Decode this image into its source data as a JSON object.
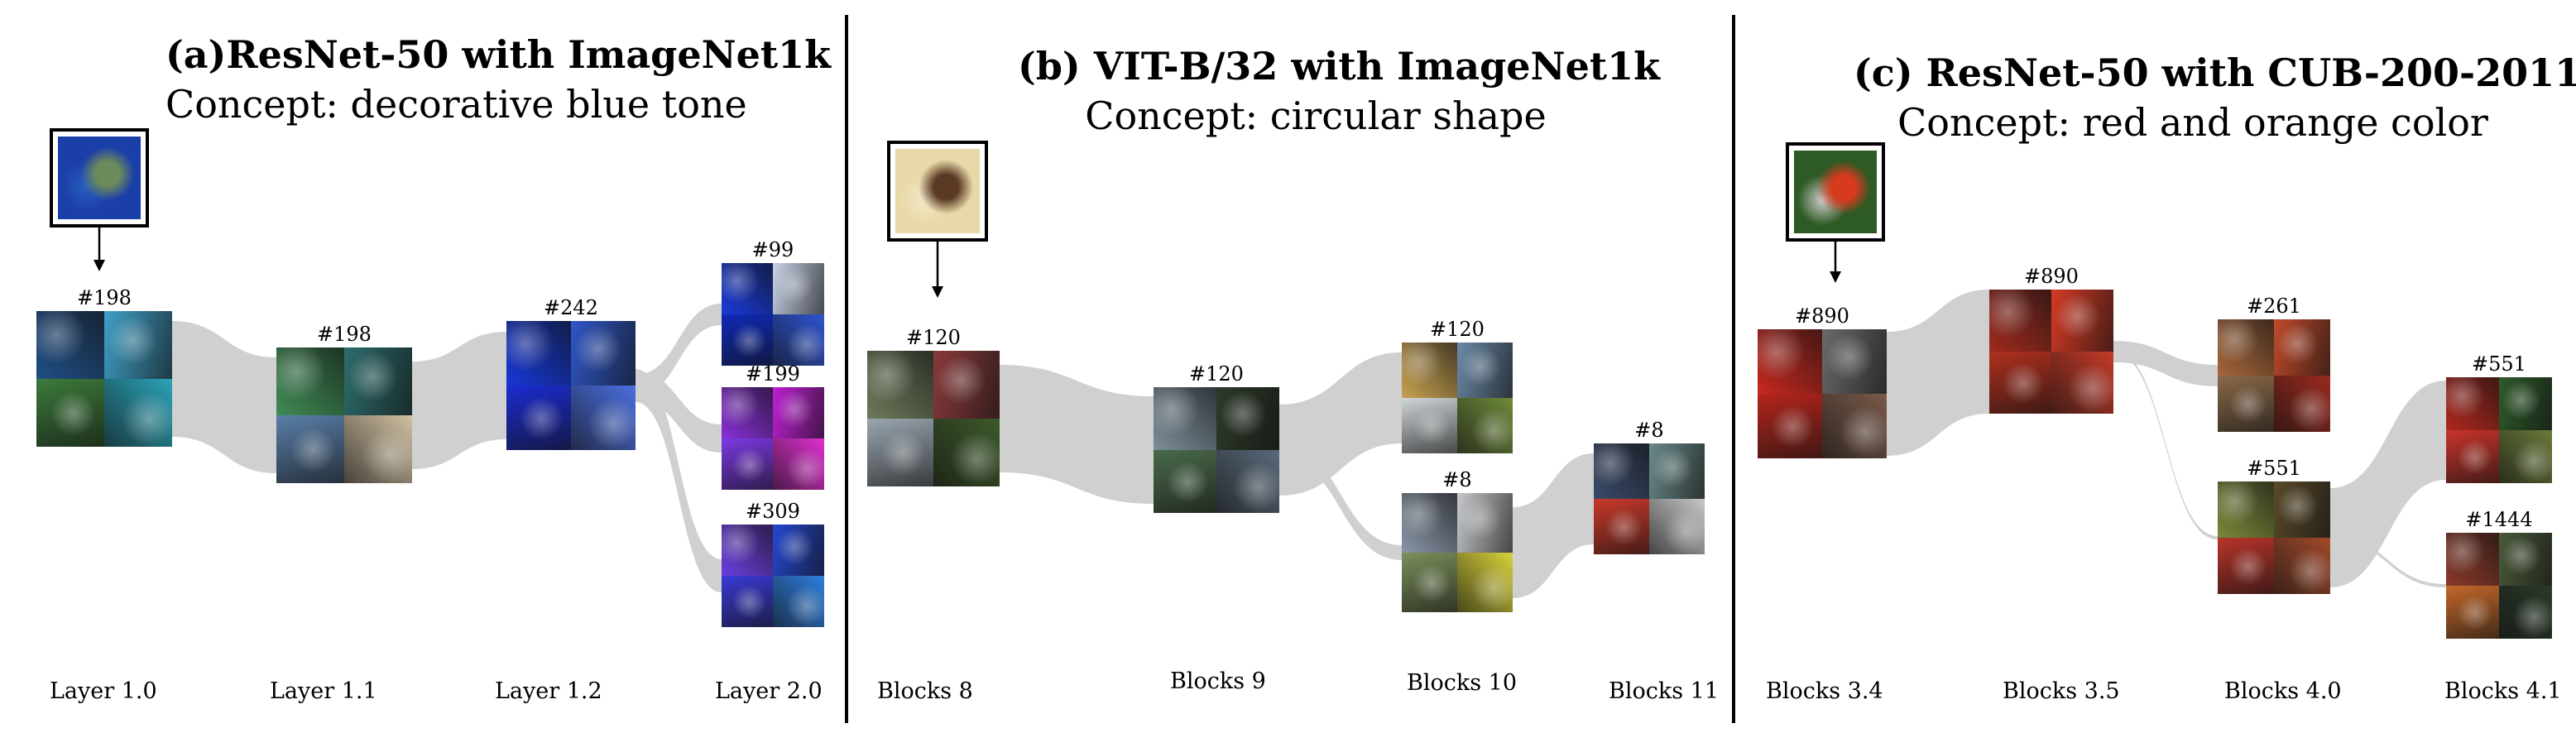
{
  "panels": [
    {
      "id": "a",
      "title": "(a)ResNet-50 with ImageNet1k",
      "subtitle": "Concept: decorative blue tone",
      "layers": [
        "Layer 1.0",
        "Layer 1.1",
        "Layer 1.2",
        "Layer 2.0"
      ],
      "nodes": [
        {
          "label": "#198",
          "layer": 0,
          "colors": [
            "#1f4f86",
            "#3fa0c8",
            "#3c7a3a",
            "#2aa3b8"
          ]
        },
        {
          "label": "#198",
          "layer": 1,
          "colors": [
            "#3f8c55",
            "#2d6d6d",
            "#5a7fa8",
            "#d2c1a2"
          ]
        },
        {
          "label": "#242",
          "layer": 2,
          "colors": [
            "#1638d8",
            "#2f57c8",
            "#1c2cd0",
            "#4b6fe0"
          ]
        },
        {
          "label": "#99",
          "layer": 3,
          "colors": [
            "#1a3ad9",
            "#c8d3e8",
            "#0f2ab8",
            "#2f55d2"
          ]
        },
        {
          "label": "#199",
          "layer": 3,
          "colors": [
            "#8a2fd8",
            "#c01fd4",
            "#7b39e3",
            "#e02fd0"
          ]
        },
        {
          "label": "#309",
          "layer": 3,
          "colors": [
            "#6d3ee0",
            "#2447d0",
            "#3a3ad6",
            "#2f7fe0"
          ]
        }
      ]
    },
    {
      "id": "b",
      "title": "(b) VIT-B/32 with ImageNet1k",
      "subtitle": "Concept: circular shape",
      "layers": [
        "Blocks 8",
        "Blocks 9",
        "Blocks 10",
        "Blocks 11"
      ],
      "nodes": [
        {
          "label": "#120",
          "layer": 0,
          "colors": [
            "#6d7a5a",
            "#8a3a3a",
            "#9aa6b0",
            "#3d5a2a"
          ]
        },
        {
          "label": "#120",
          "layer": 1,
          "colors": [
            "#7d8f9b",
            "#2d3a2a",
            "#4a6a4a",
            "#5a6a7a"
          ]
        },
        {
          "label": "#120",
          "layer": 2,
          "colors": [
            "#c9a252",
            "#6b8aa8",
            "#cfd5d8",
            "#6f8a3a"
          ]
        },
        {
          "label": "#8",
          "layer": 2,
          "colors": [
            "#8a96a8",
            "#c7c9cb",
            "#7b8f5a",
            "#d8d23a"
          ]
        },
        {
          "label": "#8",
          "layer": 3,
          "colors": [
            "#3a4a6a",
            "#6a8a8a",
            "#c9392a",
            "#c8c8c8"
          ]
        }
      ]
    },
    {
      "id": "c",
      "title": "(c) ResNet-50 with CUB-200-2011",
      "subtitle": "Concept: red and orange color",
      "layers": [
        "Blocks 3.4",
        "Blocks 3.5",
        "Blocks 4.0",
        "Blocks 4.1"
      ],
      "nodes": [
        {
          "label": "#890",
          "layer": 0,
          "colors": [
            "#c8281e",
            "#6a6a6a",
            "#b5251c",
            "#7a5a4a"
          ]
        },
        {
          "label": "#890",
          "layer": 1,
          "colors": [
            "#a02a1e",
            "#d53a24",
            "#b0301e",
            "#c43a28"
          ]
        },
        {
          "label": "#261",
          "layer": 2,
          "colors": [
            "#a8673a",
            "#c04a2a",
            "#8a6a4a",
            "#9a2a1e"
          ]
        },
        {
          "label": "#551",
          "layer": 2,
          "colors": [
            "#7a8a3a",
            "#5a4a2a",
            "#b8342a",
            "#a24a2a"
          ]
        },
        {
          "label": "#551",
          "layer": 3,
          "colors": [
            "#b0281e",
            "#2e5a2a",
            "#c8342a",
            "#6a7a3a"
          ]
        },
        {
          "label": "#1444",
          "layer": 3,
          "colors": [
            "#8a3a2a",
            "#4a5a3a",
            "#c4682a",
            "#2a3a2a"
          ]
        }
      ]
    }
  ],
  "input_images": [
    {
      "panel": "a",
      "icon": "peacock-photo",
      "colors": [
        "#1b3fa8",
        "#6d8a5a",
        "#2a5fc0"
      ]
    },
    {
      "panel": "b",
      "icon": "plate-of-food-photo",
      "colors": [
        "#e8d9a8",
        "#5a3a24",
        "#f2e8c8"
      ]
    },
    {
      "panel": "c",
      "icon": "red-bird-photo",
      "colors": [
        "#2e5a24",
        "#d83a1e",
        "#cfcfcf"
      ]
    }
  ],
  "colors": {
    "flow": "#d0d0d0",
    "divider": "#000000",
    "text": "#000000"
  }
}
